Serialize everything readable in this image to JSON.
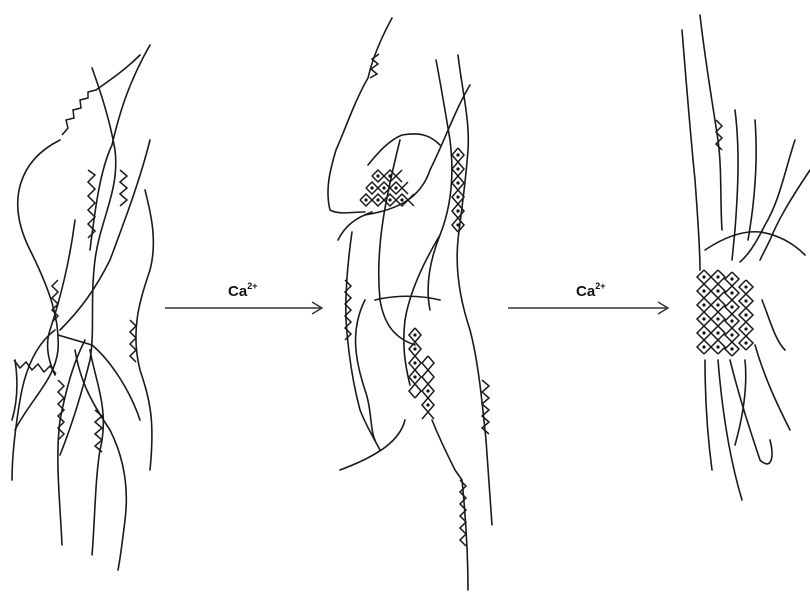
{
  "arrows": [
    {
      "label": "Ca",
      "charge": "2+"
    },
    {
      "label": "Ca",
      "charge": "2+"
    }
  ],
  "colors": {
    "line": "#1a1a1a",
    "ion": "#111111",
    "background": "#ffffff"
  }
}
